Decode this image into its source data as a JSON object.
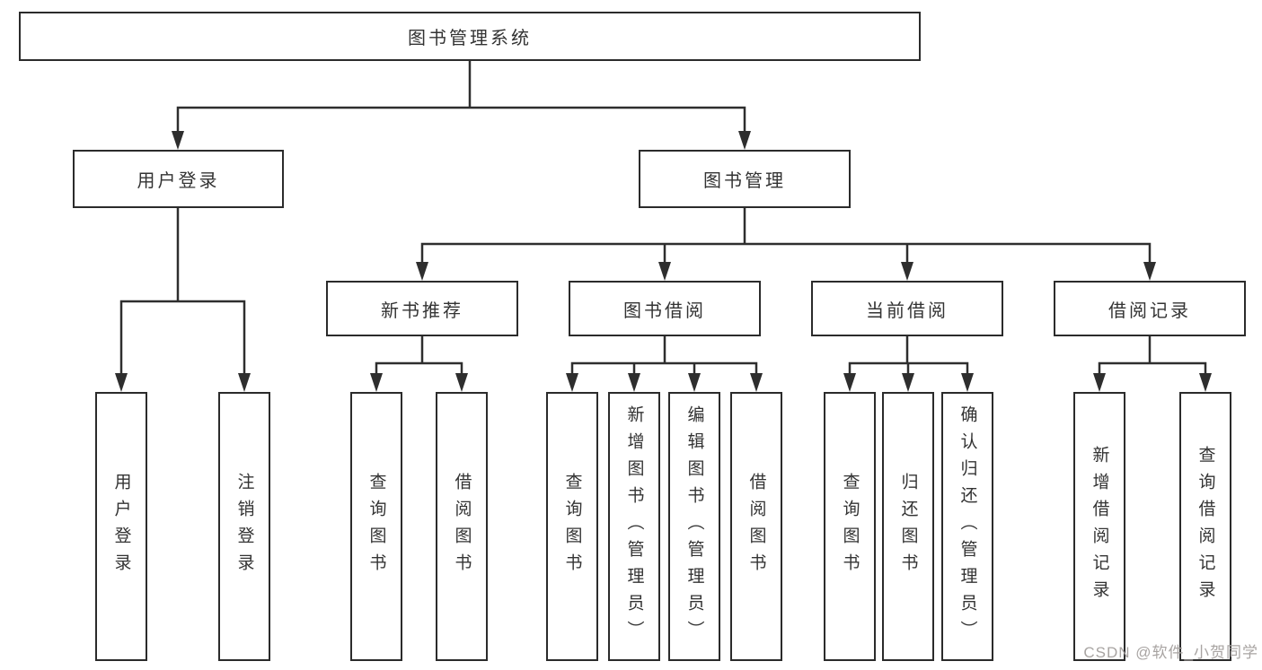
{
  "tree": {
    "root": "图书管理系统",
    "children": [
      {
        "label": "用户登录",
        "children": [
          "用户登录",
          "注销登录"
        ]
      },
      {
        "label": "图书管理",
        "children": [
          {
            "label": "新书推荐",
            "children": [
              "查询图书",
              "借阅图书"
            ]
          },
          {
            "label": "图书借阅",
            "children": [
              "查询图书",
              "新增图书（管理员）",
              "编辑图书（管理员）",
              "借阅图书"
            ]
          },
          {
            "label": "当前借阅",
            "children": [
              "查询图书",
              "归还图书",
              "确认归还（管理员）"
            ]
          },
          {
            "label": "借阅记录",
            "children": [
              "新增借阅记录",
              "查询借阅记录"
            ]
          }
        ]
      }
    ]
  },
  "watermark": {
    "text": "CSDN @软件_小贺同学"
  },
  "colors": {
    "line": "#2e2e2e",
    "box_border": "#2b2b2b",
    "text": "#333333",
    "watermark": "#a8a4a2",
    "background": "#ffffff"
  }
}
